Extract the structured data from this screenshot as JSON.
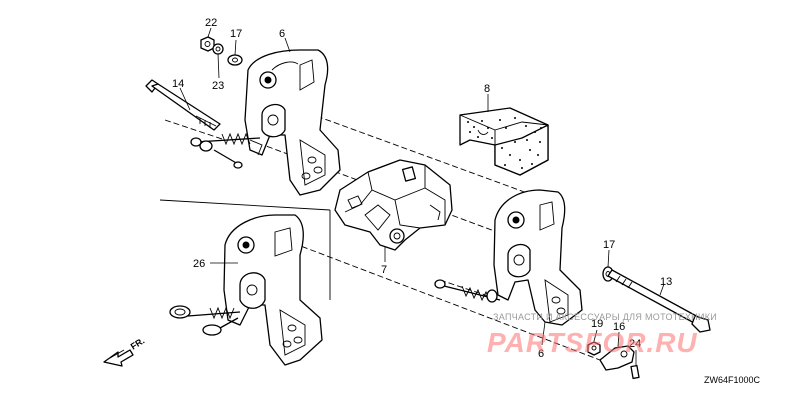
{
  "diagram": {
    "callouts": [
      {
        "id": "c22",
        "label": "22"
      },
      {
        "id": "c17a",
        "label": "17"
      },
      {
        "id": "c23",
        "label": "23"
      },
      {
        "id": "c6a",
        "label": "6"
      },
      {
        "id": "c14",
        "label": "14"
      },
      {
        "id": "c8",
        "label": "8"
      },
      {
        "id": "c7",
        "label": "7"
      },
      {
        "id": "c26",
        "label": "26"
      },
      {
        "id": "c17b",
        "label": "17"
      },
      {
        "id": "c13",
        "label": "13"
      },
      {
        "id": "c19",
        "label": "19"
      },
      {
        "id": "c16",
        "label": "16"
      },
      {
        "id": "c24",
        "label": "24"
      },
      {
        "id": "c6b",
        "label": "6"
      }
    ],
    "direction_label": "FR.",
    "drawing_code": "ZW64F1000C"
  },
  "watermark": {
    "caption": "ЗАПЧАСТИ И АКСЕССУАРЫ ДЛЯ МОТОТЕХНИКИ",
    "brand": "PARTSFOR.RU"
  }
}
